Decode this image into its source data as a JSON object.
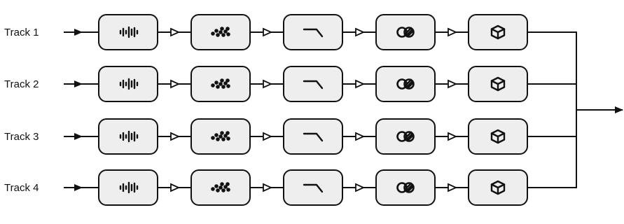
{
  "tracks": [
    {
      "label": "Track 1"
    },
    {
      "label": "Track 2"
    },
    {
      "label": "Track 3"
    },
    {
      "label": "Track 4"
    }
  ],
  "modules": [
    {
      "name": "waveform-icon"
    },
    {
      "name": "dots-pattern-icon"
    },
    {
      "name": "filter-curve-icon"
    },
    {
      "name": "link-chain-icon"
    },
    {
      "name": "box-3d-icon"
    }
  ],
  "colors": {
    "stroke": "#111111",
    "box_fill": "#eeeeee",
    "background": "#ffffff"
  }
}
